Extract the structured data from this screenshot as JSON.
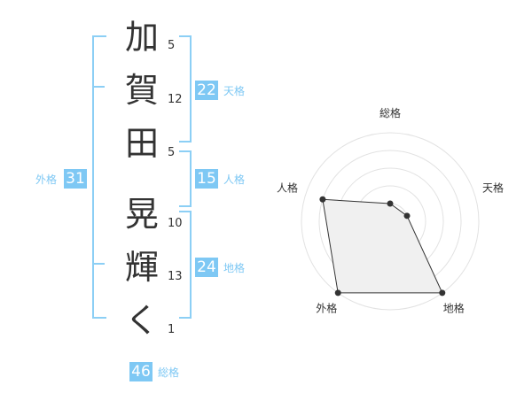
{
  "name_chars": [
    {
      "char": "加",
      "strokes": "5"
    },
    {
      "char": "賀",
      "strokes": "12"
    },
    {
      "char": "田",
      "strokes": "5"
    },
    {
      "char": "晃",
      "strokes": "10"
    },
    {
      "char": "輝",
      "strokes": "13"
    },
    {
      "char": "く",
      "strokes": "1"
    }
  ],
  "kaku": {
    "tenkaku": {
      "value": "22",
      "label": "天格"
    },
    "jinkaku": {
      "value": "15",
      "label": "人格"
    },
    "chikaku": {
      "value": "24",
      "label": "地格"
    },
    "gaikaku": {
      "value": "31",
      "label": "外格"
    },
    "soukaku": {
      "value": "46",
      "label": "総格"
    }
  },
  "colors": {
    "accent": "#7ec8f4",
    "bracket": "#8ccff5",
    "text": "#333333"
  },
  "chart_data": {
    "type": "radar",
    "axes": [
      "総格",
      "天格",
      "地格",
      "外格",
      "人格"
    ],
    "values": [
      1,
      1,
      5,
      5,
      4
    ],
    "max": 5,
    "rings": 5
  }
}
